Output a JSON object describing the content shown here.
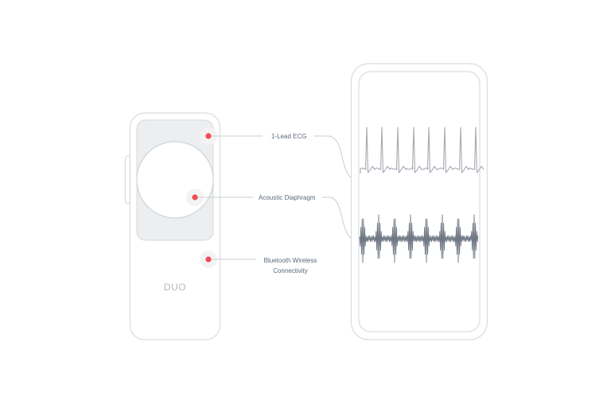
{
  "device": {
    "brand_text": "DUO"
  },
  "callouts": {
    "ecg_label": "1-Lead ECG",
    "diaphragm_label": "Acoustic Diaphragm",
    "bluetooth_label_line1": "Bluetooth Wireless",
    "bluetooth_label_line2": "Connectivity"
  },
  "colors": {
    "outline": "#d9dcdf",
    "sensor_fill": "#eceeef",
    "marker": "#ef4b55",
    "marker_halo": "#f3f3f4",
    "leader": "#c9cdd2",
    "ecg_trace": "#a3aab3",
    "audio_trace": "#6f7985"
  }
}
